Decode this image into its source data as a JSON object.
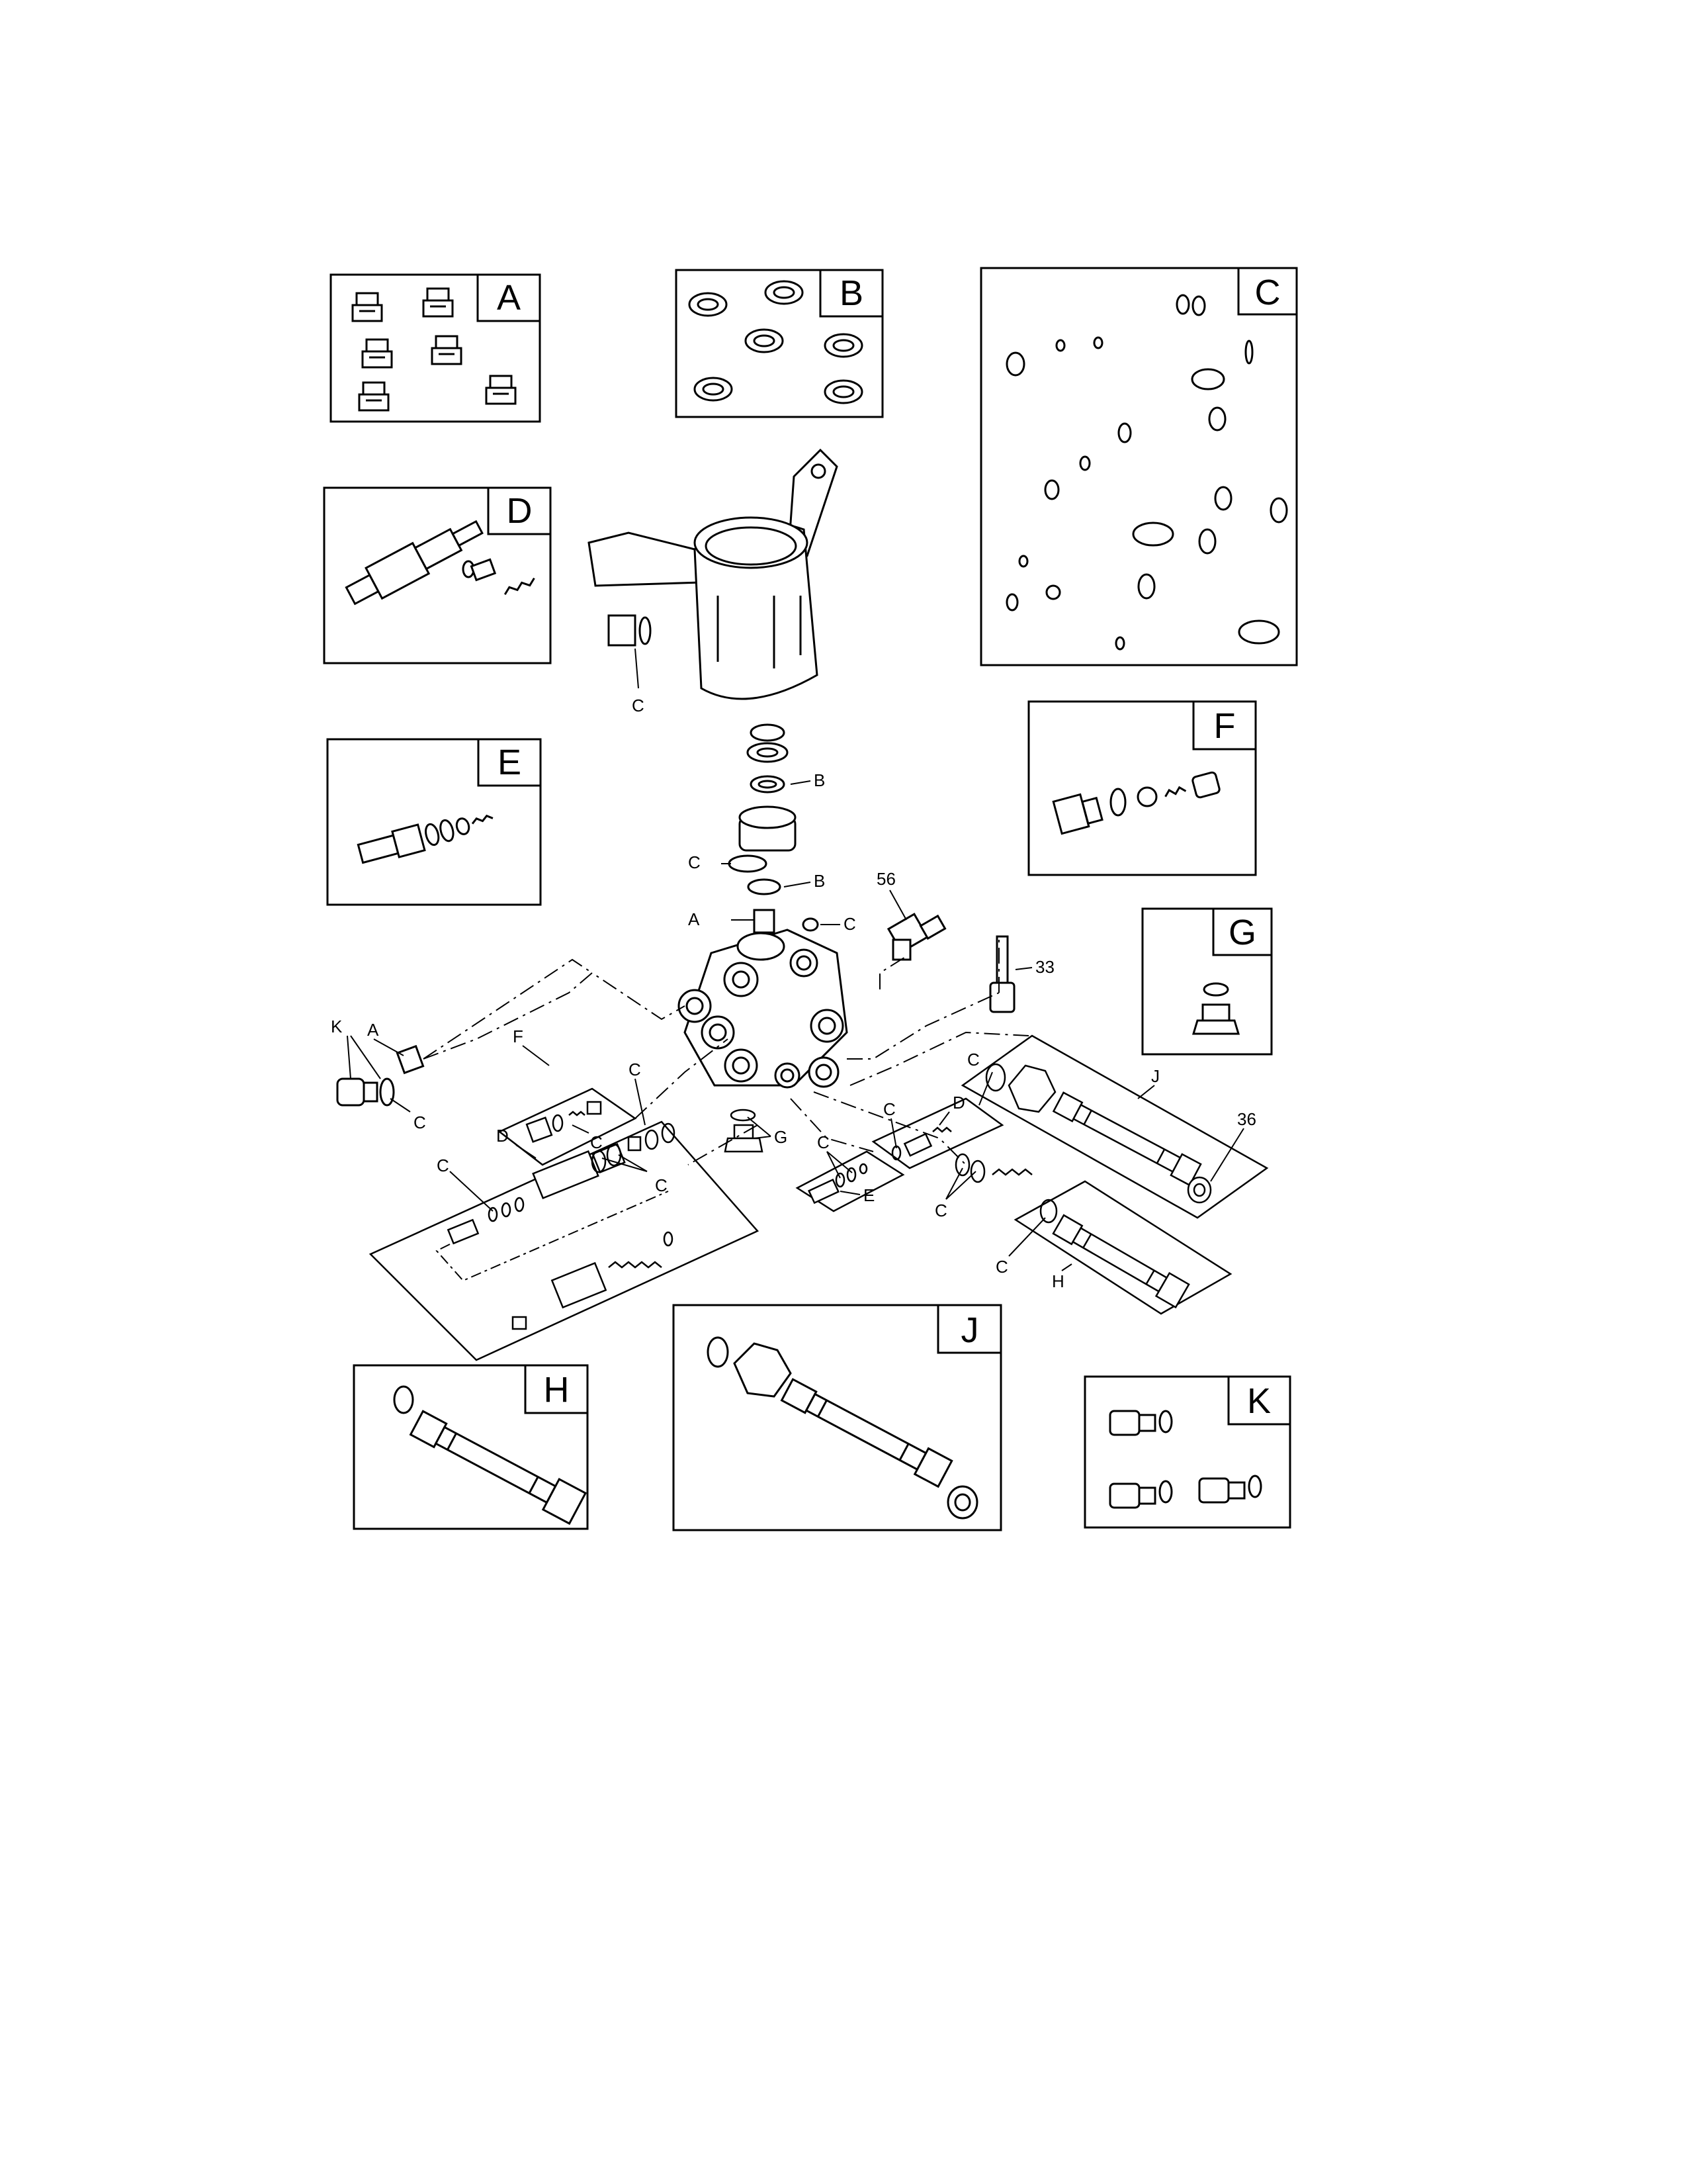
{
  "diagram": {
    "kits": [
      {
        "id": "A",
        "letter": "A"
      },
      {
        "id": "B",
        "letter": "B"
      },
      {
        "id": "C",
        "letter": "C"
      },
      {
        "id": "D",
        "letter": "D"
      },
      {
        "id": "E",
        "letter": "E"
      },
      {
        "id": "F",
        "letter": "F"
      },
      {
        "id": "G",
        "letter": "G"
      },
      {
        "id": "H",
        "letter": "H"
      },
      {
        "id": "J",
        "letter": "J"
      },
      {
        "id": "K",
        "letter": "K"
      }
    ],
    "callouts": {
      "c_top": "C",
      "b_upper": "B",
      "c_ring": "C",
      "b_lower": "B",
      "a_center": "A",
      "c_center": "C",
      "num_56": "56",
      "num_33": "33",
      "a_left": "A",
      "k_left": "K",
      "c_left": "C",
      "f_mid": "F",
      "c_f": "C",
      "c_mid": "C",
      "d_left": "D",
      "c_dleft": "C",
      "c_dright": "C",
      "g_mid": "G",
      "c_e": "C",
      "e_mid": "E",
      "c_dmid": "C",
      "d_mid": "D",
      "c_j": "C",
      "j_mid": "J",
      "num_36": "36",
      "c_spring": "C",
      "c_h": "C",
      "h_mid": "H"
    }
  }
}
